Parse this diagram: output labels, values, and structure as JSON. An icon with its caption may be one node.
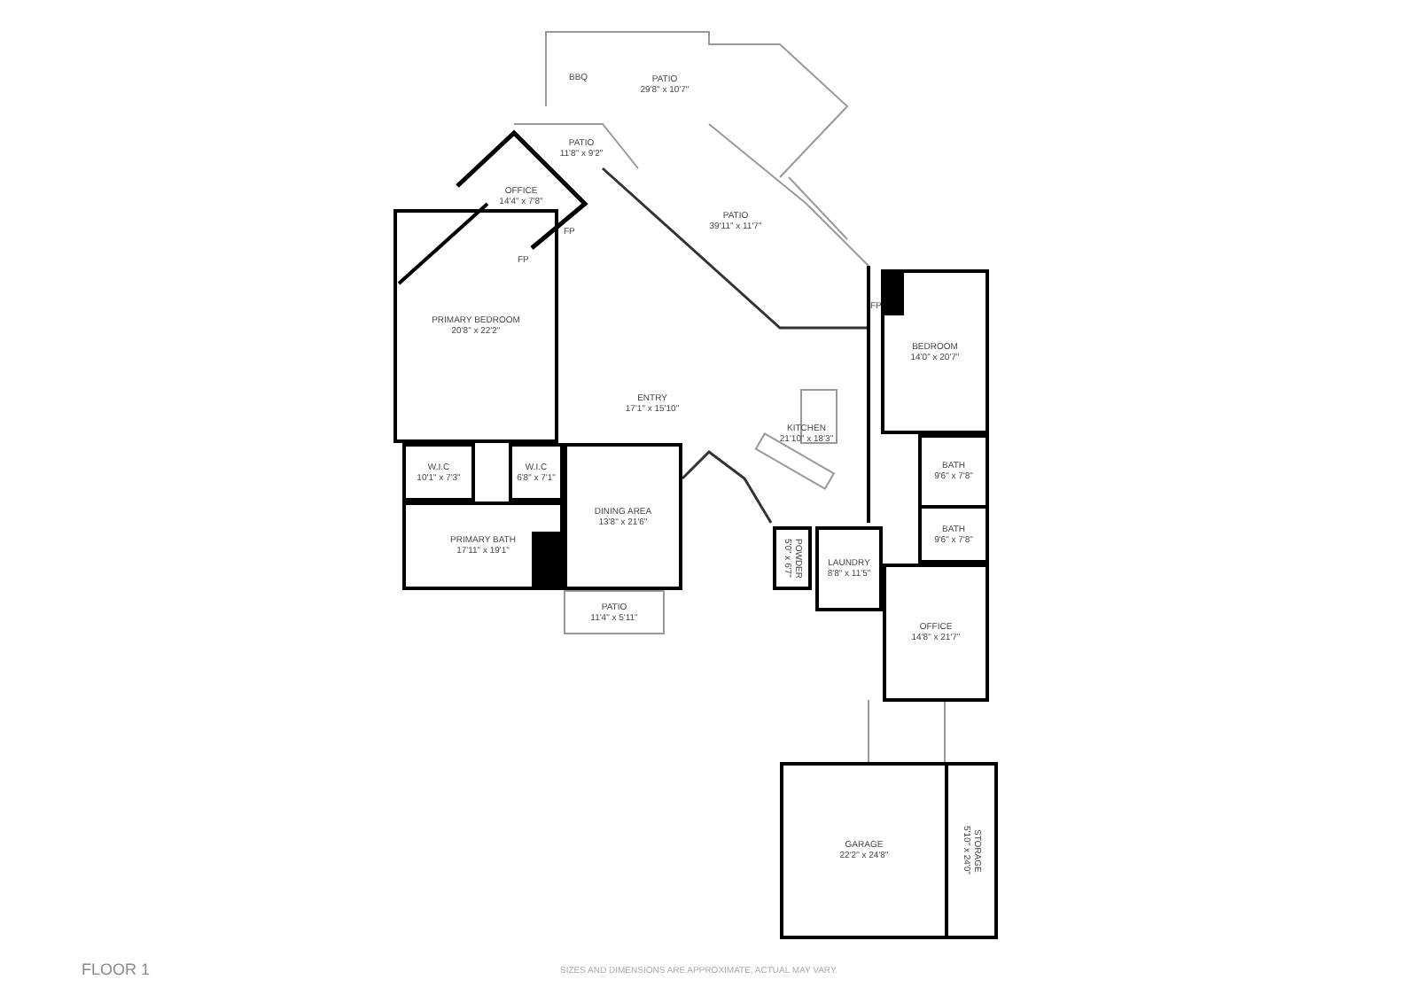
{
  "diagram": {
    "nodes": [
      {
        "text": [
          "PATIO",
          "29'8\" x 10'7\""
        ]
      },
      {
        "text": [
          "PATIO",
          "11'8\" x 9'2\""
        ]
      },
      {
        "text": [
          "OFFICE",
          "14'4\" x 7'8\""
        ]
      },
      {
        "text": [
          "PATIO",
          "39'11\" x 11'7\""
        ]
      },
      {
        "text": [
          "PRIMARY BEDROOM",
          "20'8\" x 22'2\""
        ]
      },
      {
        "text": [
          "ENTRY",
          "17'1\" x 15'10\""
        ]
      },
      {
        "text": [
          "KITCHEN",
          "21'10\" x 18'3\""
        ]
      },
      {
        "text": [
          "BEDROOM",
          "14'0\" x 20'7\""
        ]
      },
      {
        "text": [
          "W.I.C",
          "10'1\" x 7'3\""
        ]
      },
      {
        "text": [
          "W.I.C",
          "6'8\" x 7'1\""
        ]
      },
      {
        "text": [
          "BATH",
          "9'6\" x 7'8\""
        ]
      },
      {
        "text": [
          "PRIMARY BATH",
          "17'11\" x 19'1\""
        ]
      },
      {
        "text": [
          "DINING AREA",
          "13'8\" x 21'6\""
        ]
      },
      {
        "text": [
          "BATH",
          "9'6\" x 7'8\""
        ]
      },
      {
        "text": [
          "POWDER",
          "5'0\" x 6'7\""
        ]
      },
      {
        "text": [
          "LAUNDRY",
          "8'8\" x 11'5\""
        ]
      },
      {
        "text": [
          "PATIO",
          "11'4\" x 5'11\""
        ]
      },
      {
        "text": [
          "OFFICE",
          "14'8\" x 21'7\""
        ]
      },
      {
        "text": [
          "GARAGE",
          "22'2\" x 24'8\""
        ]
      },
      {
        "text": [
          "STORAGE",
          "5'10\" x 24'0\""
        ]
      }
    ],
    "edges": [],
    "labels": [
      "BBQ",
      "FP",
      "FP",
      "FP",
      "FLOOR 1",
      "SIZES AND DIMENSIONS ARE APPROXIMATE, ACTUAL MAY VARY."
    ]
  }
}
